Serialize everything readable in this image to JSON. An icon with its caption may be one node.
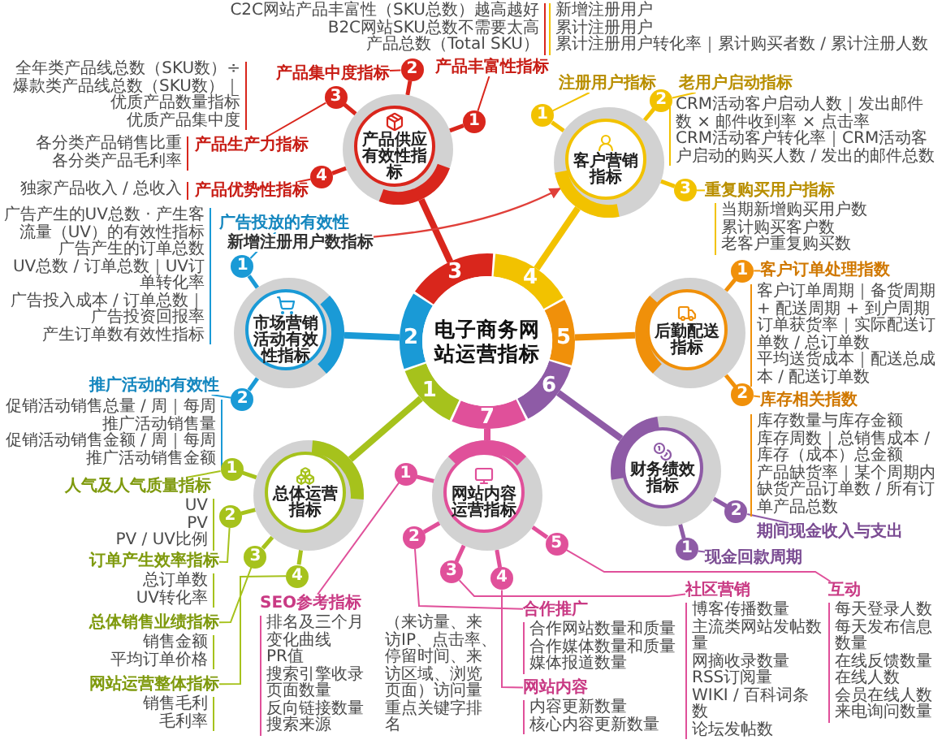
{
  "diagram": {
    "nodes": [
      {
        "text": [
          "电子商务网站运营指标"
        ]
      },
      {
        "text": [
          "1"
        ]
      },
      {
        "text": [
          "2"
        ]
      },
      {
        "text": [
          "3"
        ]
      },
      {
        "text": [
          "4"
        ]
      },
      {
        "text": [
          "5"
        ]
      },
      {
        "text": [
          "6"
        ]
      },
      {
        "text": [
          "7"
        ]
      },
      {
        "text": [
          "产品供应有效性指标"
        ]
      },
      {
        "text": [
          "客户营销指标"
        ]
      },
      {
        "text": [
          "市场营销活动有效性指标"
        ]
      },
      {
        "text": [
          "后勤配送指标"
        ]
      },
      {
        "text": [
          "总体运营指标"
        ]
      },
      {
        "text": [
          "财务绩效指标"
        ]
      },
      {
        "text": [
          "网站内容运营指标"
        ]
      },
      {
        "text": [
          "1"
        ]
      },
      {
        "text": [
          "产品丰富性指标"
        ],
        "beside": [
          "C2C网站产品丰富性（SKU总数）越高越好",
          "B2C网站SKU总数不需要太高",
          "产品总数（Total SKU）"
        ]
      },
      {
        "text": [
          "2"
        ]
      },
      {
        "text": [
          "产品集中度指标"
        ],
        "beside": [
          "全年类产品线总数（SKU数）÷ 爆款类产品线总数（SKU数）｜优质产品数量指标",
          "优质产品集中度"
        ]
      },
      {
        "text": [
          "3"
        ]
      },
      {
        "text": [
          "产品生产力指标"
        ],
        "beside": [
          "各分类产品销售比重",
          "各分类产品毛利率"
        ]
      },
      {
        "text": [
          "4"
        ]
      },
      {
        "text": [
          "产品优势性指标"
        ],
        "beside": [
          "独家产品收入 / 总收入"
        ]
      },
      {
        "text": [
          "1"
        ]
      },
      {
        "text": [
          "注册用户指标"
        ],
        "beside": [
          "新增注册用户",
          "累计注册用户",
          "累计注册用户转化率｜累计购买者数 / 累计注册人数"
        ]
      },
      {
        "text": [
          "2"
        ]
      },
      {
        "text": [
          "老用户启动指标"
        ],
        "beside": [
          "CRM活动客户启动人数｜发出邮件数 × 邮件收到率 × 点击率",
          "CRM活动客户转化率｜CRM活动客户启动的购买人数 / 发出的邮件总数"
        ]
      },
      {
        "text": [
          "3"
        ]
      },
      {
        "text": [
          "重复购买用户指标"
        ],
        "beside": [
          "当期新增购买用户数",
          "累计购买客户数",
          "老客户重复购买数"
        ]
      },
      {
        "text": [
          "1"
        ]
      },
      {
        "text": [
          "广告投放的有效性"
        ],
        "beside": [
          "广告产生的UV总数 · 产生客流量（UV）的有效性指标",
          "广告产生的订单总数",
          "UV总数 / 订单总数｜UV订单转化率",
          "广告投入成本 / 订单总数｜广告投资回报率",
          "产生订单数有效性指标"
        ]
      },
      {
        "text": [
          "新增注册用户数指标"
        ]
      },
      {
        "text": [
          "2"
        ]
      },
      {
        "text": [
          "推广活动的有效性"
        ],
        "beside": [
          "促销活动销售总量 / 周｜每周推广活动销售量",
          "促销活动销售金额 / 周｜每周推广活动销售金额"
        ]
      },
      {
        "text": [
          "1"
        ]
      },
      {
        "text": [
          "客户订单处理指数"
        ],
        "beside": [
          "客户订单周期｜备货周期 + 配送周期 + 到户周期",
          "订单获货率｜实际配送订单数 / 总订单数",
          "平均送货成本｜配送总成本 / 配送订单数"
        ]
      },
      {
        "text": [
          "2"
        ]
      },
      {
        "text": [
          "库存相关指数"
        ],
        "beside": [
          "库存数量与库存金额",
          "库存周数｜总销售成本 / 库存（成本）总金额",
          "产品缺货率｜某个周期内缺货产品订单数 / 所有订单产品总数"
        ]
      },
      {
        "text": [
          "1"
        ]
      },
      {
        "text": [
          "人气及人气质量指标"
        ],
        "beside": [
          "UV",
          "PV",
          "PV / UV比例"
        ]
      },
      {
        "text": [
          "2"
        ]
      },
      {
        "text": [
          "订单产生效率指标"
        ],
        "beside": [
          "总订单数",
          "UV转化率"
        ]
      },
      {
        "text": [
          "3"
        ]
      },
      {
        "text": [
          "总体销售业绩指标"
        ],
        "beside": [
          "销售金额",
          "平均订单价格"
        ]
      },
      {
        "text": [
          "4"
        ]
      },
      {
        "text": [
          "网站运营整体指标"
        ],
        "beside": [
          "销售毛利",
          "毛利率"
        ]
      },
      {
        "text": [
          "1"
        ]
      },
      {
        "text": [
          "现金回款周期"
        ]
      },
      {
        "text": [
          "2"
        ]
      },
      {
        "text": [
          "期间现金收入与支出"
        ]
      },
      {
        "text": [
          "1"
        ]
      },
      {
        "text": [
          "SEO参考指标"
        ],
        "beside": [
          "排名及三个月变化曲线",
          "PR值",
          "搜索引擎收录页面数量",
          "反向链接数量",
          "搜索来源",
          "（来访量、来访IP、点击率、停留时间、来访区域、浏览页面）访问量",
          "重点关键字排名"
        ]
      },
      {
        "text": [
          "2"
        ]
      },
      {
        "text": [
          "合作推广"
        ],
        "beside": [
          "合作网站数量和质量",
          "合作媒体数量和质量",
          "媒体报道数量"
        ]
      },
      {
        "text": [
          "3"
        ]
      },
      {
        "text": [
          "社区营销"
        ],
        "beside": [
          "博客传播数量",
          "主流类网站发帖数量",
          "网摘收录数量",
          "RSS订阅量",
          "WIKI / 百科词条数",
          "论坛发帖数"
        ]
      },
      {
        "text": [
          "4"
        ]
      },
      {
        "text": [
          "网站内容"
        ],
        "beside": [
          "内容更新数量",
          "核心内容更新数量"
        ]
      },
      {
        "text": [
          "5"
        ]
      },
      {
        "text": [
          "互动"
        ],
        "beside": [
          "每天登录人数",
          "每天发布信息数量",
          "在线反馈数量",
          "在线人数",
          "会员在线人数",
          "来电询问数量"
        ]
      }
    ],
    "edges": [
      {
        "from": 1,
        "to": 12,
        "arrow": "none",
        "color": "#a6c21c"
      },
      {
        "from": 2,
        "to": 10,
        "arrow": "none",
        "color": "#1a9ad6"
      },
      {
        "from": 3,
        "to": 8,
        "arrow": "none",
        "color": "#d9261c"
      },
      {
        "from": 4,
        "to": 9,
        "arrow": "none",
        "color": "#f2c200"
      },
      {
        "from": 5,
        "to": 11,
        "arrow": "none",
        "color": "#f0900a"
      },
      {
        "from": 6,
        "to": 13,
        "arrow": "none",
        "color": "#8e5ba6"
      },
      {
        "from": 7,
        "to": 14,
        "arrow": "none"
      },
      {
        "from": 8,
        "to": 15,
        "arrow": "none",
        "color": "#d9261c"
      },
      {
        "from": 8,
        "to": 17,
        "arrow": "none",
        "color": "#d9261c"
      },
      {
        "from": 8,
        "to": 19,
        "arrow": "none",
        "color": "#d9261c"
      },
      {
        "from": 8,
        "to": 21,
        "arrow": "none",
        "color": "#d9261c"
      },
      {
        "from": 9,
        "to": 23,
        "arrow": "none",
        "color": "#f2c200"
      },
      {
        "from": 9,
        "to": 25,
        "arrow": "none",
        "color": "#f2c200"
      },
      {
        "from": 9,
        "to": 27,
        "arrow": "none",
        "color": "#f2c200"
      },
      {
        "from": 10,
        "to": 29,
        "arrow": "none",
        "color": "#1a9ad6"
      },
      {
        "from": 10,
        "to": 32,
        "arrow": "none",
        "color": "#1a9ad6"
      },
      {
        "from": 11,
        "to": 34,
        "arrow": "none",
        "color": "#f0900a"
      },
      {
        "from": 11,
        "to": 36,
        "arrow": "none",
        "color": "#f0900a"
      },
      {
        "from": 12,
        "to": 38,
        "arrow": "none",
        "color": "#a6c21c"
      },
      {
        "from": 12,
        "to": 40,
        "arrow": "none",
        "color": "#a6c21c"
      },
      {
        "from": 12,
        "to": 42,
        "arrow": "none",
        "color": "#a6c21c"
      },
      {
        "from": 12,
        "to": 44,
        "arrow": "none",
        "color": "#a6c21c"
      },
      {
        "from": 13,
        "to": 46,
        "arrow": "none",
        "color": "#8e5ba6"
      },
      {
        "from": 13,
        "to": 48,
        "arrow": "none",
        "color": "#8e5ba6"
      },
      {
        "from": 14,
        "to": 50,
        "arrow": "none"
      },
      {
        "from": 14,
        "to": 52,
        "arrow": "none"
      },
      {
        "from": 14,
        "to": 54,
        "arrow": "none"
      },
      {
        "from": 14,
        "to": 56,
        "arrow": "none"
      },
      {
        "from": 14,
        "to": 58,
        "arrow": "none"
      },
      {
        "from": 15,
        "to": 16,
        "arrow": "none",
        "color": "#d9261c"
      },
      {
        "from": 17,
        "to": 18,
        "arrow": "none",
        "color": "#d9261c"
      },
      {
        "from": 19,
        "to": 20,
        "arrow": "none",
        "color": "#d9261c"
      },
      {
        "from": 21,
        "to": 22,
        "arrow": "none",
        "color": "#d9261c"
      },
      {
        "from": 23,
        "to": 24,
        "arrow": "none",
        "color": "#f2c200"
      },
      {
        "from": 25,
        "to": 26,
        "arrow": "none",
        "color": "#f2c200"
      },
      {
        "from": 27,
        "to": 28,
        "arrow": "none",
        "color": "#f2c200"
      },
      {
        "from": 29,
        "to": 30,
        "arrow": "none",
        "color": "#1a9ad6"
      },
      {
        "from": 32,
        "to": 33,
        "arrow": "none",
        "color": "#1a9ad6"
      },
      {
        "from": 34,
        "to": 35,
        "arrow": "none",
        "color": "#f0900a"
      },
      {
        "from": 36,
        "to": 37,
        "arrow": "none",
        "color": "#f0900a"
      },
      {
        "from": 38,
        "to": 39,
        "arrow": "none",
        "color": "#a6c21c"
      },
      {
        "from": 40,
        "to": 41,
        "arrow": "none",
        "color": "#a6c21c"
      },
      {
        "from": 42,
        "to": 43,
        "arrow": "none",
        "color": "#a6c21c"
      },
      {
        "from": 44,
        "to": 45,
        "arrow": "none",
        "color": "#a6c21c"
      },
      {
        "from": 46,
        "to": 47,
        "arrow": "none",
        "color": "#8e5ba6"
      },
      {
        "from": 48,
        "to": 49,
        "arrow": "none",
        "color": "#8e5ba6"
      },
      {
        "from": 50,
        "to": 51,
        "arrow": "none"
      },
      {
        "from": 52,
        "to": 53,
        "arrow": "none"
      },
      {
        "from": 54,
        "to": 55,
        "arrow": "none"
      },
      {
        "from": 56,
        "to": 57,
        "arrow": "none"
      },
      {
        "from": 58,
        "to": 59,
        "arrow": "none"
      },
      {
        "from": 31,
        "to": 9,
        "arrow": "to",
        "color": "#e0403a"
      }
    ]
  }
}
